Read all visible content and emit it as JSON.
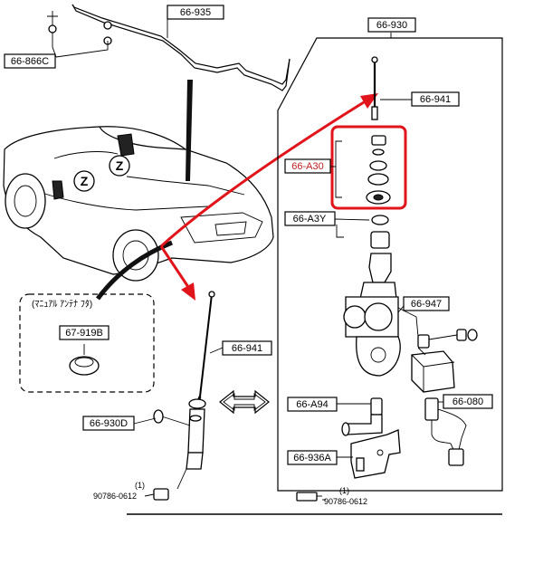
{
  "labels": {
    "l_66935": "66-935",
    "l_66866c": "66-866C",
    "l_66930": "66-930",
    "l_66941_top": "66-941",
    "l_66a30": "66-A30",
    "l_66a3y": "66-A3Y",
    "l_66947": "66-947",
    "l_66a94": "66-A94",
    "l_66080": "66-080",
    "l_66936a": "66-936A",
    "l_66941_left": "66-941",
    "l_67919b": "67-919B",
    "l_66930d": "66-930D"
  },
  "inset_title": "(ﾏﾆｭｱﾙ ｱﾝﾃﾅ ﾌﾀ)",
  "callouts": {
    "qty_left": "(1)",
    "bolt_left": "90786-0612",
    "qty_right": "(1)",
    "bolt_right": "90786-0612"
  },
  "car_marks": [
    "Z",
    "Z"
  ],
  "colors": {
    "highlight": "#e0141a",
    "ink": "#000000"
  }
}
